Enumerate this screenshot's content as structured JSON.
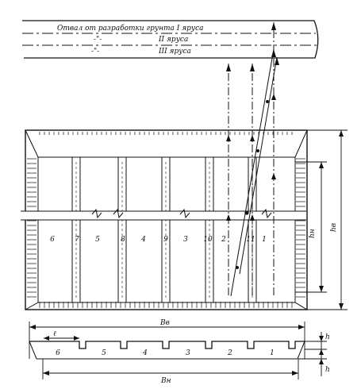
{
  "spoil_strip": {
    "row1": "Отвал от разработки грунта I яруса",
    "row2_ditto": "-\"-",
    "row2_tier": "II яруса",
    "row3_ditto": "-\"-",
    "row3_tier": "III яруса"
  },
  "plan": {
    "sections_left_to_right": [
      "6",
      "7",
      "5",
      "8",
      "4",
      "9",
      "3",
      "10",
      "2",
      "11",
      "1"
    ],
    "dim_inner": "hн",
    "dim_outer": "hв"
  },
  "section": {
    "trench_labels": [
      "6",
      "5",
      "4",
      "3",
      "2",
      "1"
    ],
    "dim_top": "Bв",
    "dim_bottom": "Bн",
    "dim_step": "ℓ",
    "dim_h_top": "h",
    "dim_h_bottom": "h"
  }
}
